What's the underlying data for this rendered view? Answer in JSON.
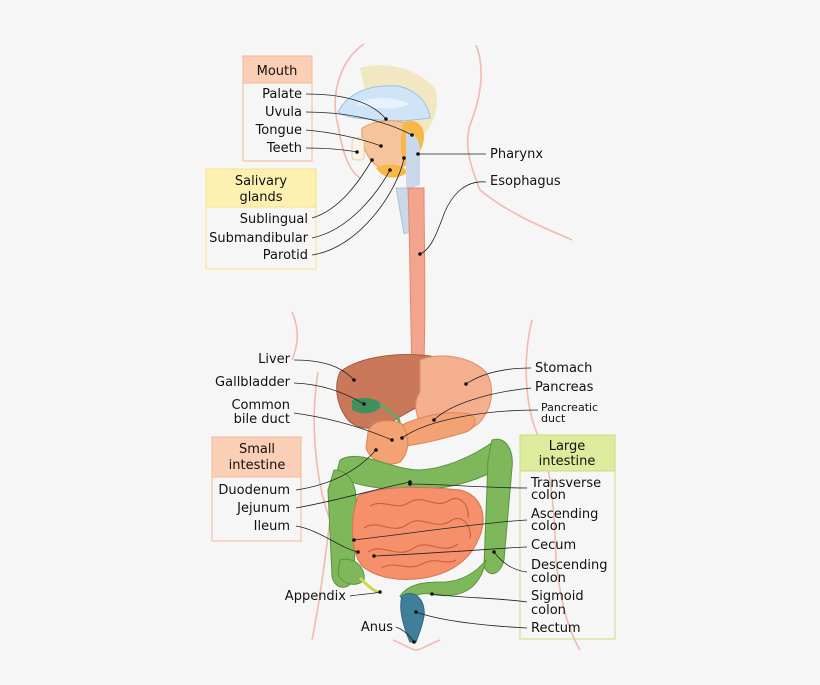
{
  "groups": {
    "mouth": {
      "header": "Mouth",
      "items": [
        "Palate",
        "Uvula",
        "Tongue",
        "Teeth"
      ],
      "color": "#fbcfb5"
    },
    "salivary": {
      "header": [
        "Salivary",
        "glands"
      ],
      "items": [
        "Sublingual",
        "Submandibular",
        "Parotid"
      ],
      "color": "#fdf0b0"
    },
    "small_intestine": {
      "header": [
        "Small",
        "intestine"
      ],
      "items": [
        "Duodenum",
        "Jejunum",
        "Ileum"
      ],
      "color": "#fbcfb5"
    },
    "large_intestine": {
      "header": [
        "Large",
        "intestine"
      ],
      "items": [
        [
          "Transverse",
          "colon"
        ],
        [
          "Ascending",
          "colon"
        ],
        "Cecum",
        [
          "Descending",
          "colon"
        ],
        [
          "Sigmoid",
          "colon"
        ],
        "Rectum"
      ],
      "color": "#ddec9c"
    }
  },
  "labels": {
    "pharynx": "Pharynx",
    "esophagus": "Esophagus",
    "liver": "Liver",
    "gallbladder": "Gallbladder",
    "common_bile_duct": [
      "Common",
      "bile duct"
    ],
    "stomach": "Stomach",
    "pancreas": "Pancreas",
    "pancreatic_duct": [
      "Pancreatic",
      "duct"
    ],
    "appendix": "Appendix",
    "anus": "Anus"
  },
  "colors": {
    "body_outline": "#f2b9b0",
    "esophagus": "#f2a48c",
    "liver": "#c9785a",
    "stomach": "#f4b08e",
    "small_intestine": "#f5906a",
    "large_intestine": "#7fb85a",
    "rectum": "#3f7f9a",
    "gallbladder": "#3f8f5f",
    "palate": "#cfe4f6",
    "salivary": "#f7b848"
  }
}
